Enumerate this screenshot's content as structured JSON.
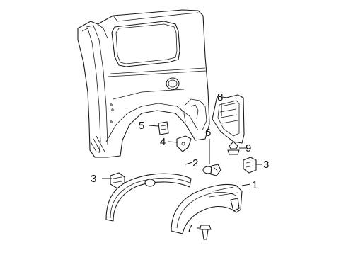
{
  "diagram": {
    "callouts": [
      {
        "id": "c1",
        "label": "1"
      },
      {
        "id": "c2",
        "label": "2"
      },
      {
        "id": "c3a",
        "label": "3"
      },
      {
        "id": "c3b",
        "label": "3"
      },
      {
        "id": "c4",
        "label": "4"
      },
      {
        "id": "c5",
        "label": "5"
      },
      {
        "id": "c6",
        "label": "6"
      },
      {
        "id": "c7",
        "label": "7"
      },
      {
        "id": "c8",
        "label": "8"
      },
      {
        "id": "c9",
        "label": "9"
      }
    ]
  }
}
